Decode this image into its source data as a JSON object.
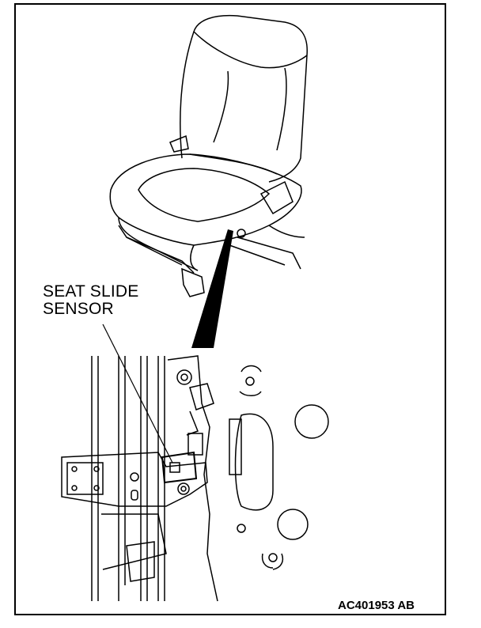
{
  "label": {
    "line1": "SEAT SLIDE",
    "line2": "SENSOR"
  },
  "figure_code": "AC401953 AB"
}
